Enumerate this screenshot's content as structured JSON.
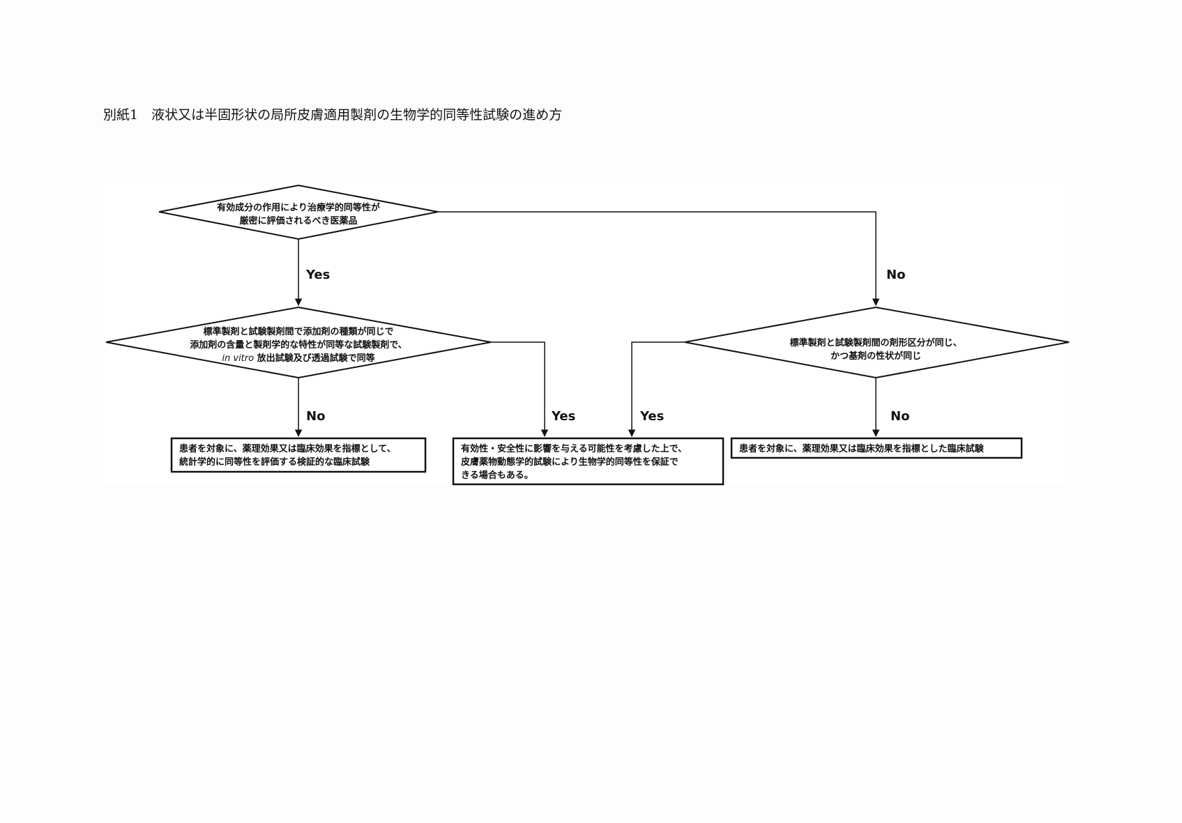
{
  "page": {
    "title": "別紙1　液状又は半固形状の局所皮膚適用製剤の生物学的同等性試験の進め方"
  },
  "flowchart": {
    "decision1": {
      "lines": [
        "有効成分の作用により治療学的同等性が",
        "厳密に評価されるべき医薬品"
      ]
    },
    "decision2": {
      "line1": "標準製剤と試験製剤間で添加剤の種類が同じで",
      "line2": "添加剤の含量と製剤学的な特性が同等な試験製剤で、",
      "line3_italic": "in vitro",
      "line3_rest": " 放出試験及び透過試験で同等"
    },
    "decision3": {
      "lines": [
        "標準製剤と試験製剤間の剤形区分が同じ、",
        "かつ基剤の性状が同じ"
      ]
    },
    "box1": {
      "lines": [
        "患者を対象に、薬理効果又は臨床効果を指標として、",
        "統計学的に同等性を評価する検証的な臨床試験"
      ]
    },
    "box2": {
      "lines": [
        "有効性・安全性に影響を与える可能性を考慮した上で、",
        "皮膚薬物動態学的試験により生物学的同等性を保証で",
        "きる場合もある。"
      ]
    },
    "box3": {
      "lines": [
        "患者を対象に、薬理効果又は臨床効果を指標とした臨床試験"
      ]
    },
    "labels": {
      "d1_yes": "Yes",
      "d1_no": "No",
      "d2_no": "No",
      "d2_yes": "Yes",
      "d3_yes": "Yes",
      "d3_no": "No"
    }
  }
}
